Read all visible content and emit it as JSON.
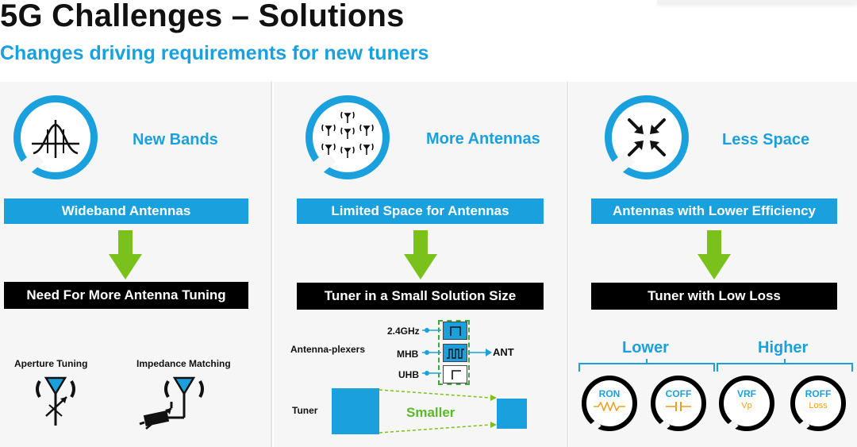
{
  "header": {
    "title": "5G Challenges – Solutions",
    "subtitle": "Changes driving requirements for new tuners"
  },
  "colors": {
    "accent": "#1aa0dc",
    "arrow": "#7ac21b",
    "orange": "#f0a020",
    "black": "#000000"
  },
  "columns": [
    {
      "icon": "bandpass-filter-icon",
      "heading": "New Bands",
      "requirement": "Wideband Antennas",
      "solution": "Need For More Antenna Tuning",
      "details": [
        "Aperture Tuning",
        "Impedance Matching"
      ]
    },
    {
      "icon": "antenna-array-icon",
      "heading": "More Antennas",
      "requirement": "Limited Space for Antennas",
      "solution": "Tuner in a Small Solution Size",
      "plexer": {
        "label": "Antenna-plexers",
        "bands": [
          "2.4GHz",
          "MHB",
          "UHB"
        ],
        "output": "ANT"
      },
      "tuner": {
        "label": "Tuner",
        "comparison": "Smaller"
      }
    },
    {
      "icon": "compress-arrows-icon",
      "heading": "Less Space",
      "requirement": "Antennas with Lower Efficiency",
      "solution": "Tuner with Low Loss",
      "groups": [
        {
          "label": "Lower",
          "dials": [
            {
              "name": "RON",
              "sub": ""
            },
            {
              "name": "COFF",
              "sub": ""
            }
          ]
        },
        {
          "label": "Higher",
          "dials": [
            {
              "name": "VRF",
              "sub": "Vp"
            },
            {
              "name": "ROFF",
              "sub": "Loss"
            }
          ]
        }
      ]
    }
  ]
}
